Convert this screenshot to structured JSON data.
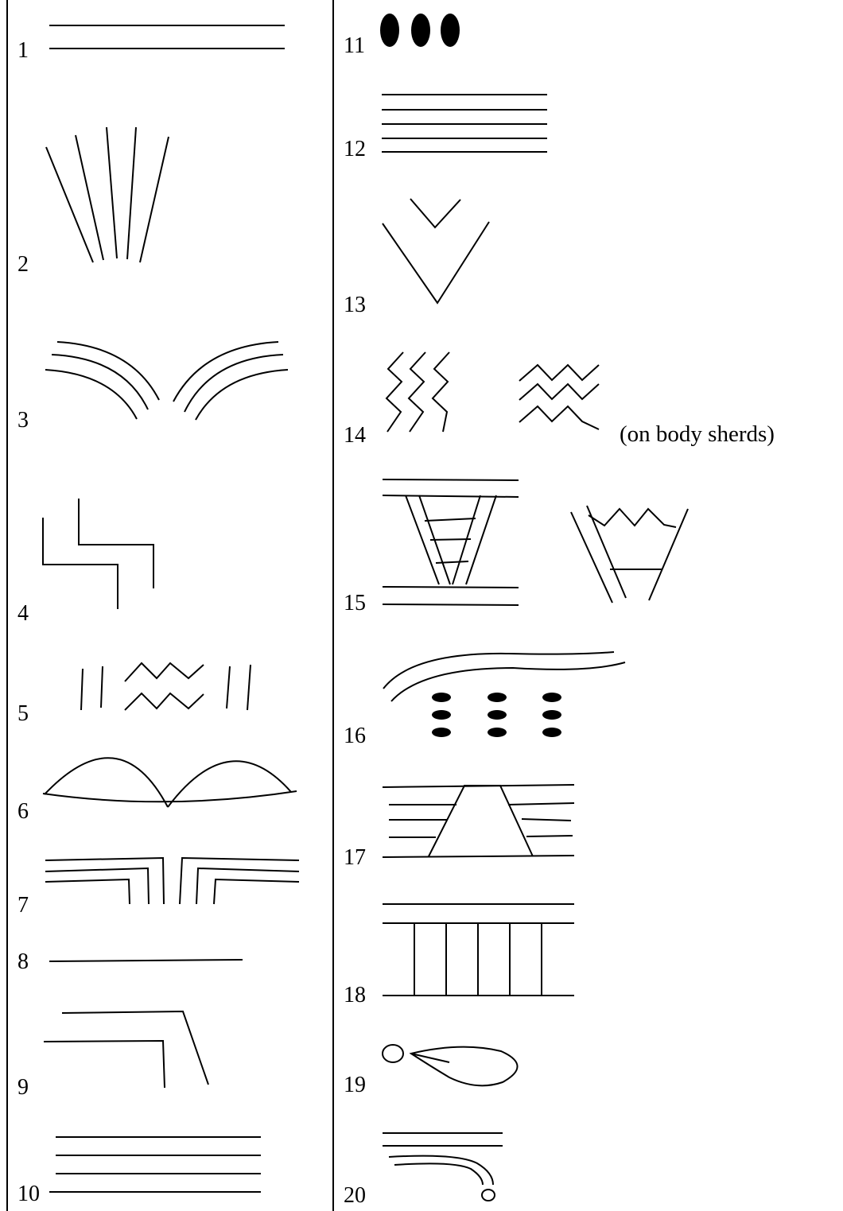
{
  "motifs": [
    {
      "number": "1"
    },
    {
      "number": "2"
    },
    {
      "number": "3"
    },
    {
      "number": "4"
    },
    {
      "number": "5"
    },
    {
      "number": "6"
    },
    {
      "number": "7"
    },
    {
      "number": "8"
    },
    {
      "number": "9"
    },
    {
      "number": "10"
    },
    {
      "number": "11"
    },
    {
      "number": "12"
    },
    {
      "number": "13"
    },
    {
      "number": "14"
    },
    {
      "number": "15"
    },
    {
      "number": "16"
    },
    {
      "number": "17"
    },
    {
      "number": "18"
    },
    {
      "number": "19"
    },
    {
      "number": "20"
    }
  ],
  "notes": {
    "motif_14": "(on body sherds)"
  },
  "colors": {
    "ink": "#000000",
    "paper": "#ffffff"
  }
}
